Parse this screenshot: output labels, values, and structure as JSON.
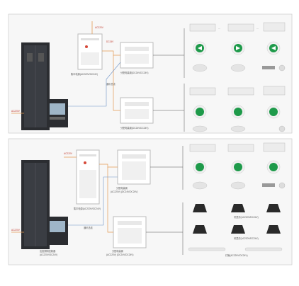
{
  "panel_top": {
    "power_in": "AC220V",
    "ups_label": "集中电源(AC220V/DC24V)",
    "ups_output": "DC24V",
    "ups_input": "AC220V",
    "dist_label_1": "分配电装置(DC24V/DC24V)",
    "dist_label_2": "分配电装置(DC24V/DC24V)",
    "comm_label": "通讯总线",
    "row_counts": [
      "...",
      "...",
      "...",
      "...",
      "..."
    ]
  },
  "panel_bottom": {
    "power_in_1": "AC220V",
    "power_in_2": "AC220V",
    "controller_label": "应急照明控制器",
    "controller_sub": "(AC220V/DC24V)",
    "ups_label": "集中电源(AC220V/DC24V)",
    "dist_label_1": "分配电装置",
    "dist_sub_1": "(AC220V)  (DC24V/DC24V)",
    "dist_label_2": "分配电装置",
    "dist_sub_2": "(AC220V)  (DC24V/DC24V)",
    "comm_label": "通讯总线",
    "lamp_label_1": "吊顶灯(AC220V/DC24V)",
    "lamp_label_2": "吊顶灯(AC220V/DC24V)",
    "tube_label": "灯管(AC220V/DC24V)"
  },
  "colors": {
    "cabinet": "#2b2d31",
    "wire_orange": "#e39a53",
    "wire_blue": "#6f93c7",
    "sign_green": "#1e9a4a",
    "panel_border": "#cccccc"
  }
}
